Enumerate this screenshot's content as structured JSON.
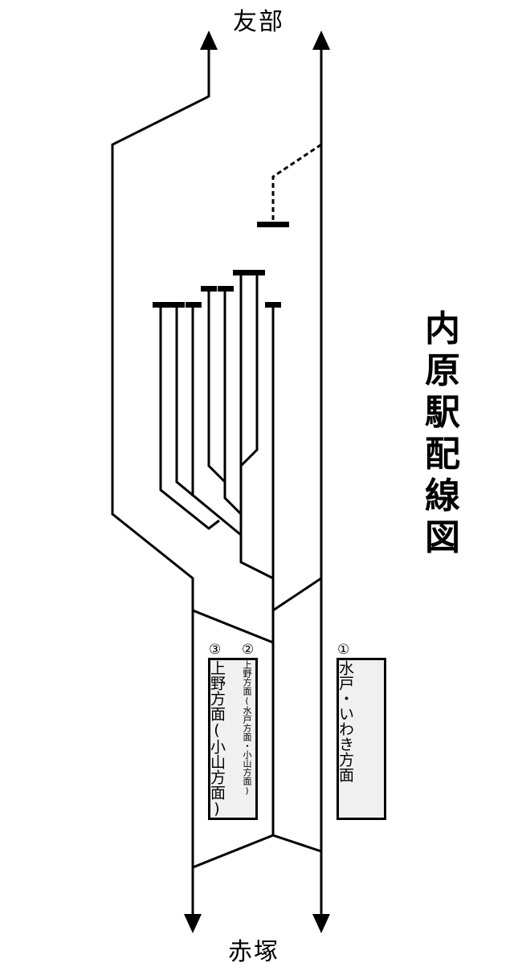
{
  "title": "内原駅配線図",
  "title_chars": [
    "内",
    "原",
    "駅",
    "配",
    "線",
    "図"
  ],
  "directions": {
    "top": "友部",
    "bottom": "赤塚"
  },
  "platforms": [
    {
      "number": "①",
      "label": "水戸・いわき方面"
    },
    {
      "number": "②",
      "label": "上野方面(水戸方面・小山方面)"
    },
    {
      "number": "③",
      "label": "上野方面(小山方面)"
    }
  ],
  "colors": {
    "line": "#000000",
    "platform_fill": "#f0f0f0",
    "background": "#ffffff"
  }
}
